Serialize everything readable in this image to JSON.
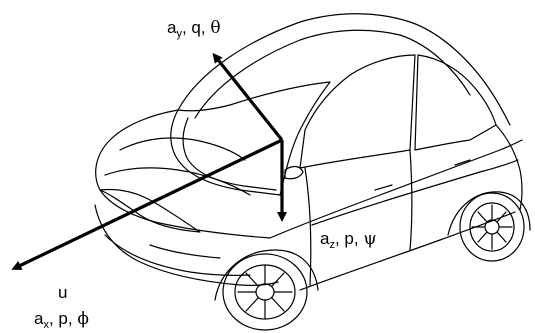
{
  "labels": {
    "y_axis": {
      "base": "a",
      "sub": "y",
      "rest": ", q, ",
      "symbol": "θ"
    },
    "z_axis": {
      "base": "a",
      "sub": "z",
      "rest": ", p, ",
      "symbol": "ψ"
    },
    "x_axis_top": "u",
    "x_axis": {
      "base": "a",
      "sub": "x",
      "rest": ", p, ",
      "symbol": "ϕ"
    }
  }
}
